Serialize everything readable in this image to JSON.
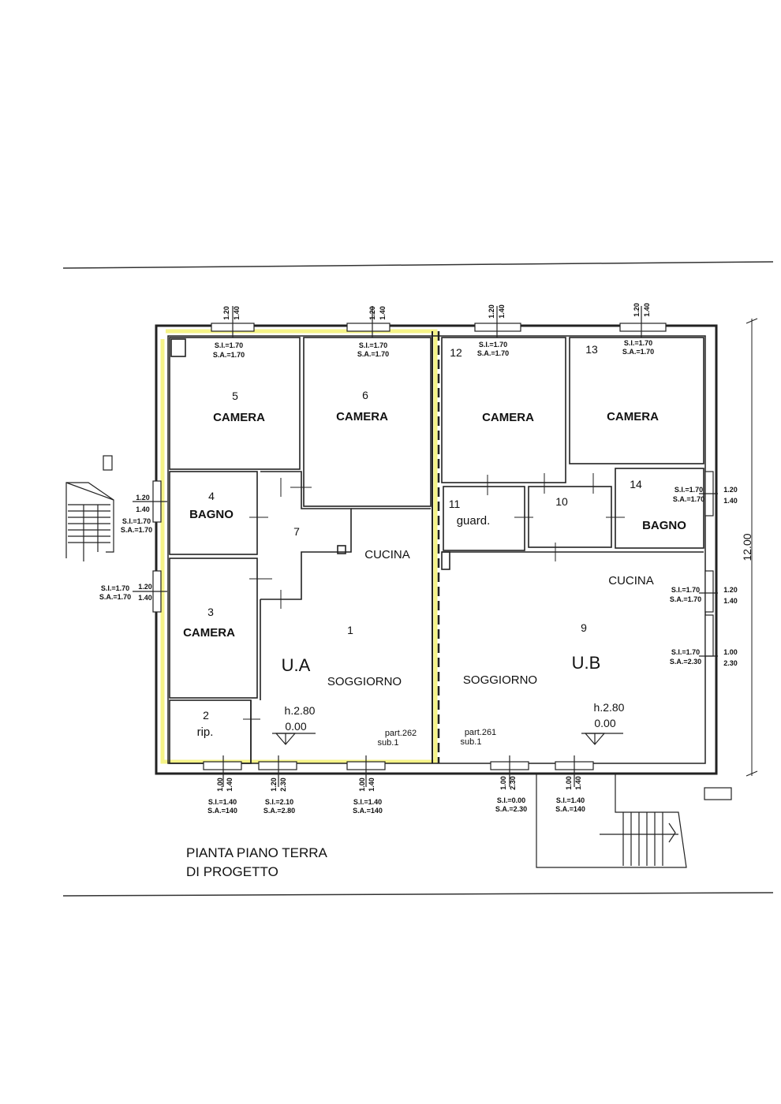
{
  "colors": {
    "line": "#222222",
    "highlight": "#f4f27a",
    "background": "#ffffff"
  },
  "title": {
    "line1": "PIANTA PIANO TERRA",
    "line2": "DI PROGETTO"
  },
  "dimension_total": "12.00",
  "units": {
    "a": {
      "name": "U.A",
      "height": "h.2.80",
      "level": "0.00",
      "part": "part.262",
      "sub": "sub.1"
    },
    "b": {
      "name": "U.B",
      "height": "h.2.80",
      "level": "0.00",
      "part": "part.261",
      "sub": "sub.1"
    }
  },
  "rooms": {
    "r5": {
      "num": "5",
      "name": "CAMERA"
    },
    "r6": {
      "num": "6",
      "name": "CAMERA"
    },
    "r12": {
      "num": "12",
      "name": "CAMERA"
    },
    "r13": {
      "num": "13",
      "name": "CAMERA"
    },
    "r4": {
      "num": "4",
      "name": "BAGNO"
    },
    "r7": {
      "num": "7"
    },
    "cucina_a": {
      "name": "CUCINA"
    },
    "r11": {
      "num": "11",
      "name": "guard."
    },
    "r10": {
      "num": "10"
    },
    "r14": {
      "num": "14",
      "name": "BAGNO"
    },
    "cucina_b": {
      "name": "CUCINA"
    },
    "r3": {
      "num": "3",
      "name": "CAMERA"
    },
    "r1": {
      "num": "1",
      "name": "SOGGIORNO"
    },
    "r9": {
      "num": "9",
      "name": "SOGGIORNO"
    },
    "r2": {
      "num": "2",
      "name": "rip."
    }
  },
  "windows": {
    "top_w1": {
      "a": "1.20",
      "b": "1.40",
      "si": "S.I.=1.70",
      "sa": "S.A.=1.70"
    },
    "top_w2": {
      "a": "1.20",
      "b": "1.40",
      "si": "S.I.=1.70",
      "sa": "S.A.=1.70"
    },
    "top_w3": {
      "a": "1.20",
      "b": "1.40",
      "si": "S.I.=1.70",
      "sa": "S.A.=1.70"
    },
    "top_w4": {
      "a": "1.20",
      "b": "1.40",
      "si": "S.I.=1.70",
      "sa": "S.A.=1.70"
    },
    "left_w1": {
      "a": "1.20",
      "b": "1.40",
      "si": "S.I.=1.70",
      "sa": "S.A.=1.70"
    },
    "left_w2": {
      "a": "1.20",
      "b": "1.40",
      "si": "S.I.=1.70",
      "sa": "S.A.=1.70"
    },
    "right_w1": {
      "a": "1.20",
      "b": "1.40",
      "si": "S.I.=1.70",
      "sa": "S.A.=1.70"
    },
    "right_w2": {
      "a": "1.20",
      "b": "1.40",
      "si": "S.I.=1.70",
      "sa": "S.A.=1.70"
    },
    "right_w3": {
      "a": "1.00",
      "b": "2.30",
      "si": "S.I.=1.70",
      "sa": "S.A.=2.30"
    },
    "bot_w1": {
      "a": "1.00",
      "b": "1.40",
      "si": "S.I.=1.40",
      "sa": "S.A.=140"
    },
    "bot_w2": {
      "a": "1.20",
      "b": "2.30",
      "si": "S.I.=2.10",
      "sa": "S.A.=2.80"
    },
    "bot_w3": {
      "a": "1.00",
      "b": "1.40",
      "si": "S.I.=1.40",
      "sa": "S.A.=140"
    },
    "bot_w4": {
      "a": "1.00",
      "b": "2.30",
      "si": "S.I.=0.00",
      "sa": "S.A.=2.30"
    },
    "bot_w5": {
      "a": "1.00",
      "b": "1.40",
      "si": "S.I.=1.40",
      "sa": "S.A.=140"
    }
  }
}
